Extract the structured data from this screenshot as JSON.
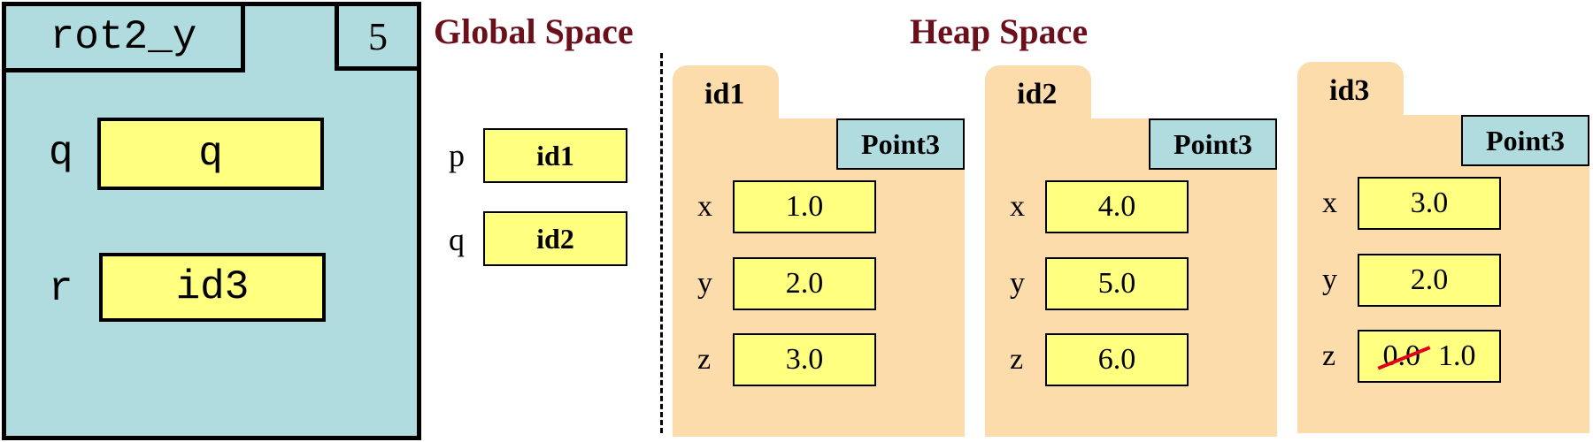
{
  "frame": {
    "name": "rot2_y",
    "line": "5",
    "vars": [
      {
        "name": "q",
        "value": "q"
      },
      {
        "name": "r",
        "value": "id3"
      }
    ]
  },
  "global": {
    "title": "Global Space",
    "vars": [
      {
        "name": "p",
        "value": "id1"
      },
      {
        "name": "q",
        "value": "id2"
      }
    ]
  },
  "heap": {
    "title": "Heap Space",
    "objects": [
      {
        "id": "id1",
        "class": "Point3",
        "attrs": [
          {
            "name": "x",
            "value": "1.0"
          },
          {
            "name": "y",
            "value": "2.0"
          },
          {
            "name": "z",
            "value": "3.0"
          }
        ]
      },
      {
        "id": "id2",
        "class": "Point3",
        "attrs": [
          {
            "name": "x",
            "value": "4.0"
          },
          {
            "name": "y",
            "value": "5.0"
          },
          {
            "name": "z",
            "value": "6.0"
          }
        ]
      },
      {
        "id": "id3",
        "class": "Point3",
        "attrs": [
          {
            "name": "x",
            "value": "3.0"
          },
          {
            "name": "y",
            "value": "2.0"
          },
          {
            "name": "z",
            "old_value": "0.0",
            "value": "1.0"
          }
        ]
      }
    ]
  },
  "colors": {
    "frame": "#b0dce0",
    "value_box": "#ffff80",
    "object": "#fcdcaa",
    "header": "#6b0f1a",
    "strike": "#e0001b"
  }
}
